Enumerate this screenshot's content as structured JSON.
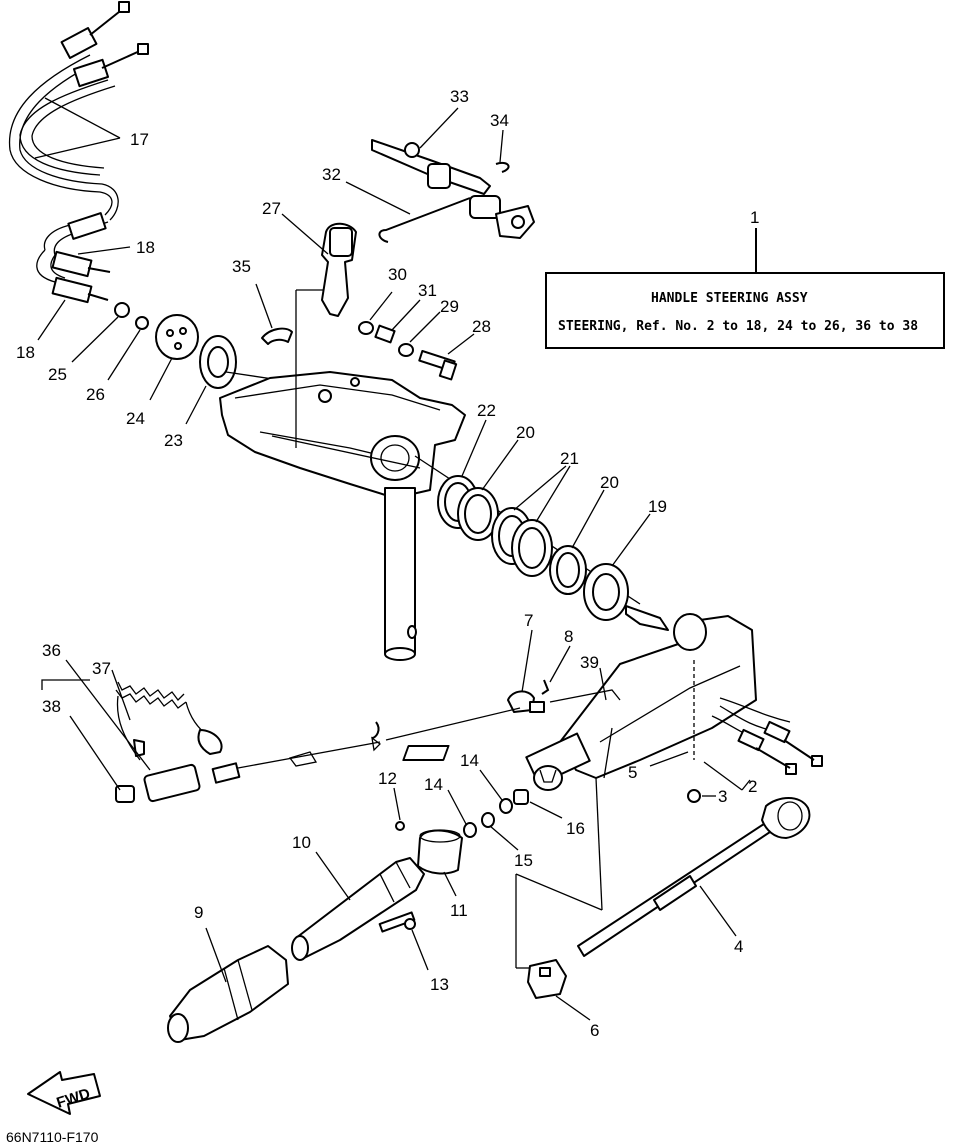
{
  "assembly_box": {
    "ref": "1",
    "title": "HANDLE STEERING ASSY",
    "subtitle": "STEERING, Ref. No. 2 to 18, 24 to 26, 36 to 38"
  },
  "drawing_code": "66N7110-F170",
  "fwd_label": "FWD",
  "callouts": [
    {
      "id": "17a",
      "label": "17"
    },
    {
      "id": "18a",
      "label": "18"
    },
    {
      "id": "18b",
      "label": "18"
    },
    {
      "id": "25",
      "label": "25"
    },
    {
      "id": "26",
      "label": "26"
    },
    {
      "id": "24",
      "label": "24"
    },
    {
      "id": "23",
      "label": "23"
    },
    {
      "id": "35",
      "label": "35"
    },
    {
      "id": "27",
      "label": "27"
    },
    {
      "id": "32",
      "label": "32"
    },
    {
      "id": "33",
      "label": "33"
    },
    {
      "id": "34",
      "label": "34"
    },
    {
      "id": "30",
      "label": "30"
    },
    {
      "id": "31",
      "label": "31"
    },
    {
      "id": "29",
      "label": "29"
    },
    {
      "id": "28",
      "label": "28"
    },
    {
      "id": "22",
      "label": "22"
    },
    {
      "id": "20a",
      "label": "20"
    },
    {
      "id": "21",
      "label": "21"
    },
    {
      "id": "20b",
      "label": "20"
    },
    {
      "id": "19",
      "label": "19"
    },
    {
      "id": "7",
      "label": "7"
    },
    {
      "id": "8",
      "label": "8"
    },
    {
      "id": "39",
      "label": "39"
    },
    {
      "id": "36",
      "label": "36"
    },
    {
      "id": "37",
      "label": "37"
    },
    {
      "id": "38",
      "label": "38"
    },
    {
      "id": "5",
      "label": "5"
    },
    {
      "id": "2",
      "label": "2"
    },
    {
      "id": "3",
      "label": "3"
    },
    {
      "id": "12",
      "label": "12"
    },
    {
      "id": "14a",
      "label": "14"
    },
    {
      "id": "14b",
      "label": "14"
    },
    {
      "id": "16",
      "label": "16"
    },
    {
      "id": "15",
      "label": "15"
    },
    {
      "id": "10",
      "label": "10"
    },
    {
      "id": "11",
      "label": "11"
    },
    {
      "id": "9",
      "label": "9"
    },
    {
      "id": "13",
      "label": "13"
    },
    {
      "id": "4",
      "label": "4"
    },
    {
      "id": "6",
      "label": "6"
    }
  ]
}
